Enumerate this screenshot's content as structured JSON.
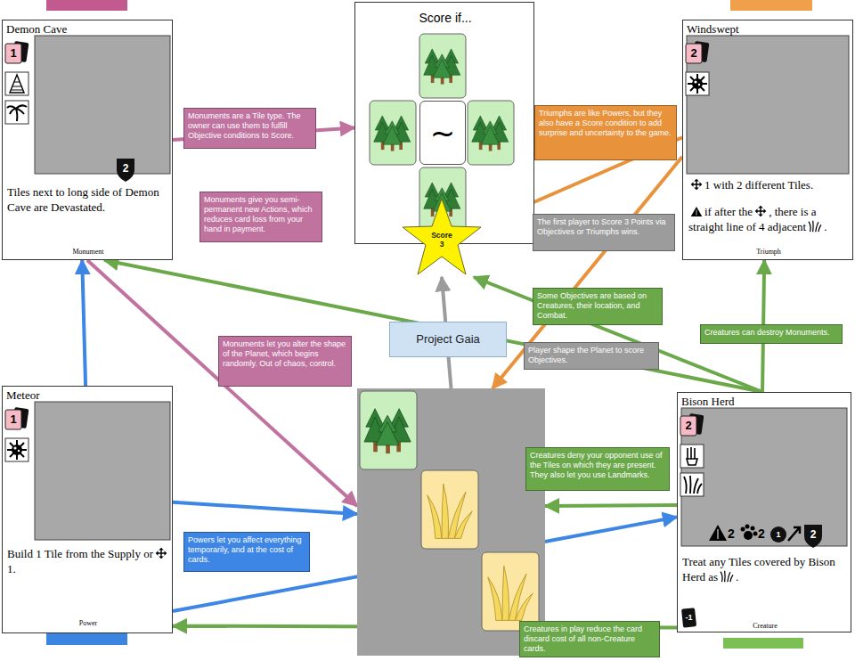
{
  "diagram": {
    "nodes": [
      {
        "text": [
          "Demon Cave",
          "1",
          "2",
          "Tiles next to long side of Demon Cave are Devastated.",
          "Monument"
        ]
      },
      {
        "text": [
          "Score if..."
        ]
      },
      {
        "text": [
          "~"
        ],
        "in": 1
      },
      {
        "text": [
          "Score 3"
        ],
        "in": 1
      },
      {
        "text": [
          "Windswept",
          "2",
          "1 with 2 different Tiles.",
          "if after the",
          ", there is a straight line of 4 adjacent",
          ".",
          "Triumph"
        ]
      },
      {
        "text": [
          "Monuments are a Tile type. The owner can use them to fulfill Objective conditions to Score."
        ]
      },
      {
        "text": [
          "Triumphs are like Powers, but they also have a Score condition to add surprise and uncertainty to the game."
        ]
      },
      {
        "text": [
          "Monuments give you semi-permanent new Actions, which reduces card loss from your hand in payment."
        ]
      },
      {
        "text": [
          "The first player to Score 3 Points via Objectives or Triumphs wins."
        ]
      },
      {
        "text": [
          "Some Objectives are based on Creatures, their location, and Combat."
        ]
      },
      {
        "text": [
          "Project Gaia"
        ]
      },
      {
        "text": [
          "Player shape the Planet to score Objectives."
        ]
      },
      {
        "text": [
          "Creatures can destroy Monuments."
        ]
      },
      {
        "text": [
          "Monuments let you alter the shape of the Planet, which begins randomly. Out of chaos, control."
        ]
      },
      {
        "text": [
          "Meteor",
          "1",
          "Build 1 Tile from the Supply or",
          "1.",
          "Power"
        ]
      },
      {
        "text": []
      },
      {
        "text": [
          "Creatures deny your opponent use of the Tiles on which they are present. They also let you use Landmarks."
        ]
      },
      {
        "text": [
          "Bison Herd",
          "2",
          "2",
          "2",
          "1",
          "2",
          "Treat any Tiles covered by Bison Herd as",
          ".",
          "-1",
          "Creature"
        ]
      },
      {
        "text": [
          "Powers let you affect everything temporarily, and at the cost of cards."
        ]
      },
      {
        "text": [
          "Creatures in play reduce the card discard cost of all non-Creature cards."
        ]
      }
    ],
    "edges": [
      {
        "from": 0,
        "to": 1,
        "arrow": "to"
      },
      {
        "from": 4,
        "to": 3,
        "arrow": "to"
      },
      {
        "from": 4,
        "to": 15,
        "arrow": "to"
      },
      {
        "from": 0,
        "to": 15,
        "arrow": "to"
      },
      {
        "from": 14,
        "to": 0,
        "arrow": "to"
      },
      {
        "from": 14,
        "to": 15,
        "arrow": "to"
      },
      {
        "from": 14,
        "to": 17,
        "arrow": "to"
      },
      {
        "from": 17,
        "to": 14,
        "arrow": "to"
      },
      {
        "from": 17,
        "to": 15,
        "arrow": "to"
      },
      {
        "from": 17,
        "to": 0,
        "arrow": "to"
      },
      {
        "from": 17,
        "to": 3,
        "arrow": "to"
      },
      {
        "from": 17,
        "to": 4,
        "arrow": "to"
      },
      {
        "from": 15,
        "to": 3,
        "arrow": "to"
      }
    ]
  }
}
